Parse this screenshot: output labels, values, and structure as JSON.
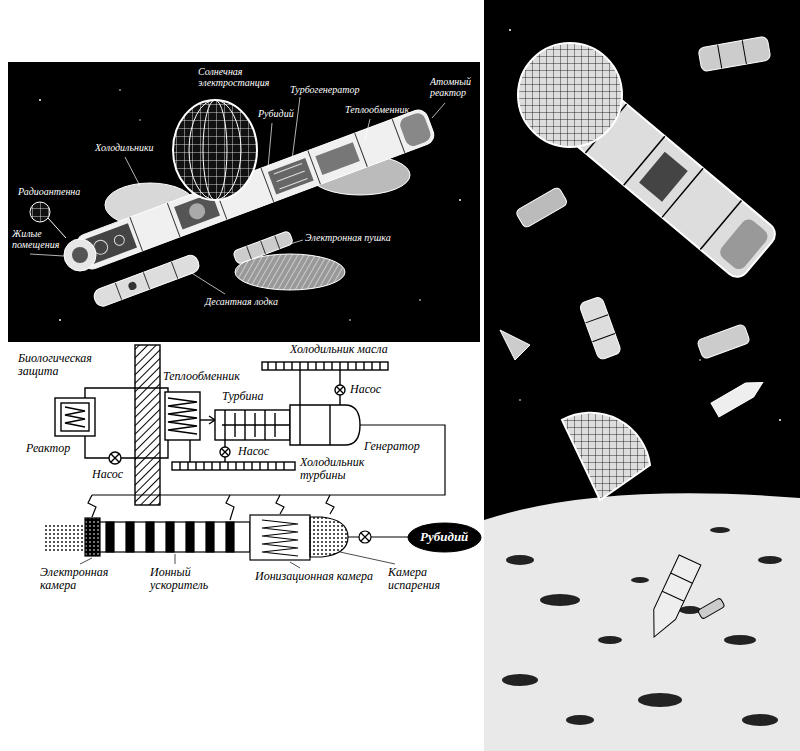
{
  "diagram": {
    "nodes": [
      {
        "text": [
          "Рубидий"
        ]
      }
    ],
    "labels": [
      "Солнечная электростанция",
      "Турбогенератор",
      "Рубидий",
      "Теплообменник",
      "Атомный реактор",
      "Холодильники",
      "Радиоантенна",
      "Жилые помещения",
      "Электронная пушка",
      "Десантная лодка",
      "Биологическая защита",
      "Теплообменник",
      "Холодильник масла",
      "Насос",
      "Турбина",
      "Реактор",
      "Насос",
      "Генератор",
      "Насос",
      "Холодильник турбины",
      "Электронная камера",
      "Ионный ускоритель",
      "Ионизационная камера",
      "Камера испарения"
    ]
  }
}
